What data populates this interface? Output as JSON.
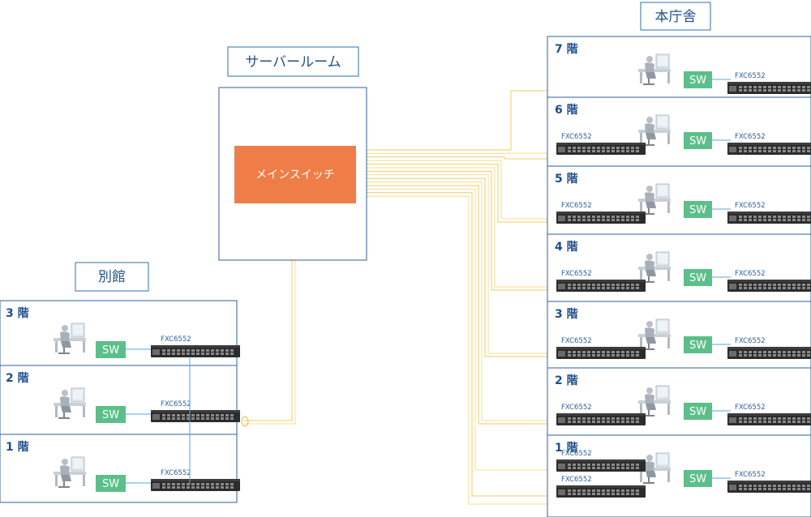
{
  "sections": {
    "server_room": "サーバールーム",
    "main_building": "本庁舎",
    "annex": "別館"
  },
  "main_switch": {
    "label": "メインスイッチ",
    "color": "#ef7d47"
  },
  "colors": {
    "fiber": "#f0c85a",
    "sw_box": "#5cbf8a",
    "frame": "#2f5f9a",
    "copper_link": "#5aa6d8"
  },
  "device": {
    "model": "FXC6552",
    "sw_label": "SW"
  },
  "main_floors": [
    {
      "label": "7 階",
      "models": [
        "FXC6552"
      ],
      "extra_switches": 0
    },
    {
      "label": "6 階",
      "models": [
        "FXC6552",
        "FXC6552"
      ],
      "extra_switches": 1
    },
    {
      "label": "5 階",
      "models": [
        "FXC6552",
        "FXC6552"
      ],
      "extra_switches": 1
    },
    {
      "label": "4 階",
      "models": [
        "FXC6552",
        "FXC6552"
      ],
      "extra_switches": 1
    },
    {
      "label": "3 階",
      "models": [
        "FXC6552",
        "FXC6552"
      ],
      "extra_switches": 1
    },
    {
      "label": "2 階",
      "models": [
        "FXC6552",
        "FXC6552"
      ],
      "extra_switches": 1
    },
    {
      "label": "1 階",
      "models": [
        "FXC6552",
        "FXC6552",
        "FXC6552"
      ],
      "extra_switches": 2
    }
  ],
  "annex_floors": [
    {
      "label": "3 階",
      "models": [
        "FXC6552"
      ]
    },
    {
      "label": "2 階",
      "models": [
        "FXC6552"
      ]
    },
    {
      "label": "1 階",
      "models": [
        "FXC6552"
      ]
    }
  ]
}
